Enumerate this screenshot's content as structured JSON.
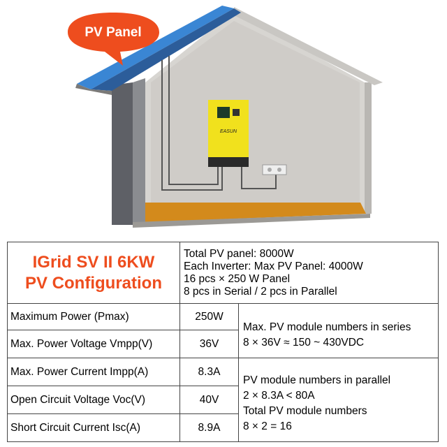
{
  "callout": {
    "label": "PV Panel"
  },
  "inverter": {
    "brand_label": "EASUN"
  },
  "config": {
    "title_line1": "IGrid SV II 6KW",
    "title_line2": "PV Configuration",
    "info_lines": [
      "Total PV panel: 8000W",
      "Each Inverter: Max PV Panel: 4000W",
      "16 pcs × 250 W Panel",
      "8 pcs in Serial / 2 pcs in Parallel"
    ]
  },
  "specs": [
    {
      "label": "Maximum Power (Pmax)",
      "value": "250W"
    },
    {
      "label": "Max. Power Voltage Vmpp(V)",
      "value": "36V"
    },
    {
      "label": "Max. Power Current Impp(A)",
      "value": "8.3A"
    },
    {
      "label": "Open Circuit Voltage Voc(V)",
      "value": "40V"
    },
    {
      "label": "Short Circuit Current Isc(A)",
      "value": "8.9A"
    }
  ],
  "notes": {
    "series": [
      "Max. PV module numbers in series",
      "8 × 36V ≈ 150 ~ 430VDC"
    ],
    "parallel": [
      "PV module numbers in parallel",
      "2 × 8.3A < 80A",
      "Total PV module numbers",
      "8 × 2 = 16"
    ]
  },
  "colors": {
    "accent": "#ee4d1e",
    "panel_blue": "#3a86d4",
    "wall_gray": "#5e6066",
    "inverter_yellow": "#f1e11d",
    "floor_orange": "#d38a1c"
  }
}
